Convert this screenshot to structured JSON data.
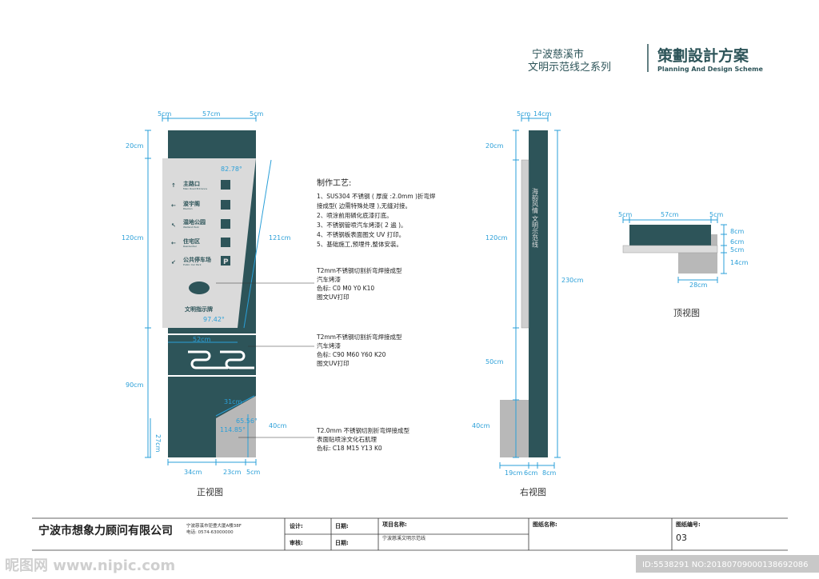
{
  "header": {
    "series_line1": "宁波慈溪市",
    "series_line2": "文明示范线之系列",
    "logo_cn": "策劃設計方案",
    "logo_en": "Planning And Design Scheme"
  },
  "colors": {
    "primary": "#2d5459",
    "dimension": "#2a9fd8",
    "panel": "#d9d9d9",
    "stone": "#b8b8b8"
  },
  "front_view": {
    "caption": "正视图",
    "dims": {
      "left_margin": "5cm",
      "width": "57cm",
      "right_margin": "5cm",
      "cap_height": "20cm",
      "panel_height": "120cm",
      "slant_length": "121cm",
      "lower_height": "90cm",
      "inner_width": "52cm",
      "cut_length": "31cm",
      "stone_height": "40cm",
      "base_height": "27cm",
      "base_w1": "34cm",
      "base_w2": "23cm",
      "base_w3": "5cm"
    },
    "angles": [
      "82.78°",
      "97.42°",
      "65.56°",
      "114.85°"
    ],
    "sign_items": [
      {
        "arrow": "↑",
        "cn": "主路口",
        "en": "Main Road Entrance",
        "icon": "junction-icon"
      },
      {
        "arrow": "←",
        "cn": "浚宇阁",
        "en": "Pavilion",
        "icon": "building-icon"
      },
      {
        "arrow": "↖",
        "cn": "湿地公园",
        "en": "Wetland Park",
        "icon": "park-icon"
      },
      {
        "arrow": "←",
        "cn": "住宅区",
        "en": "Residential",
        "icon": "house-icon"
      },
      {
        "arrow": "↙",
        "cn": "公共停车场",
        "en": "Public Car Park",
        "icon": "parking-icon"
      }
    ],
    "sign_footer": "文明指示牌"
  },
  "process": {
    "title": "制作工艺:",
    "lines": [
      "1、SUS304 不锈钢 ( 厚度 :2.0mm )折弯焊",
      "接成型( 边需特殊处理 ),无缝对接。",
      "2、喷涂前用磷化底漆打底。",
      "3、不锈钢管喷汽车烤漆( 2 遍 )。",
      "4、不锈钢板表面图文 UV 打印。",
      "5、基础施工,预埋件,整体安装。"
    ]
  },
  "callouts": [
    {
      "lines": [
        "T2mm不锈钢切割折弯焊接成型",
        "汽车烤漆",
        "色标: C0  M0  Y0  K10",
        "图文UV打印"
      ]
    },
    {
      "lines": [
        "T2mm不锈钢切割折弯焊接成型",
        "汽车烤漆",
        "色标: C90  M60  Y60  K20",
        "图文UV打印"
      ]
    },
    {
      "lines": [
        "T2.0mm 不锈钢切割折弯焊接成型",
        "表面贴喷涂文化石肌理",
        "色标: C18  M15  Y13  K0"
      ]
    }
  ],
  "side_view": {
    "caption": "右视图",
    "vertical_text": "海韵风情 文明示范线",
    "dims": {
      "top_a": "5cm",
      "top_b": "14cm",
      "cap": "20cm",
      "panel": "120cm",
      "total": "230cm",
      "lower": "50cm",
      "base": "40cm",
      "bottom_a": "19cm",
      "bottom_b": "6cm",
      "bottom_c": "8cm"
    }
  },
  "top_view": {
    "caption": "顶视图",
    "dims": {
      "left": "5cm",
      "width": "57cm",
      "right": "5cm",
      "h1": "8cm",
      "h2": "6cm",
      "h3": "5cm",
      "h4": "14cm",
      "base_width": "28cm"
    }
  },
  "title_block": {
    "company": "宁波市想象力顾问有限公司",
    "address": "宁波慈溪市钜豊大厦A楼38F",
    "phone": "电话: 0574-63000000",
    "design_label": "设计:",
    "review_label": "审核:",
    "date_label1": "日期:",
    "date_label2": "日期:",
    "project_label": "项目名称:",
    "project_name": "宁波慈溪文明示范线",
    "drawing_label": "图纸名称:",
    "number_label": "图纸编号:",
    "number": "03"
  },
  "watermark": {
    "site": "昵图网 www.nipic.com",
    "id": "ID:5538291 NO:20180709000138692086"
  }
}
